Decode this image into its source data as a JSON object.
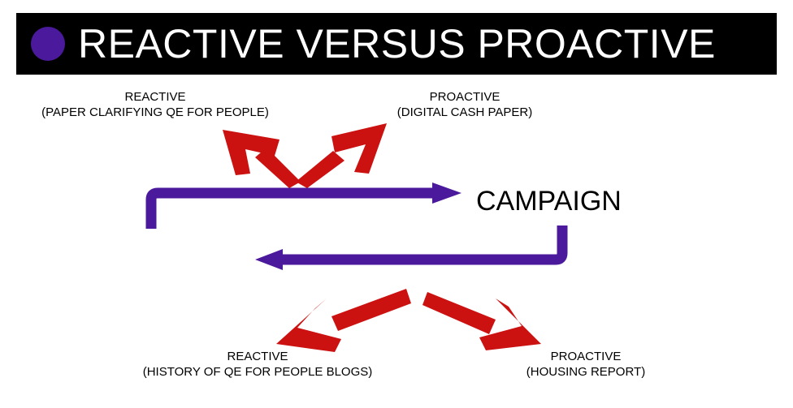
{
  "title": "REACTIVE VERSUS PROACTIVE",
  "colors": {
    "accent": "#4b1a9c",
    "arrow_red": "#cc1111",
    "title_bar": "#000000"
  },
  "center": "CAMPAIGN",
  "nodes": {
    "top_left": {
      "line1": "REACTIVE",
      "line2": "(PAPER CLARIFYING QE FOR PEOPLE)"
    },
    "top_right": {
      "line1": "PROACTIVE",
      "line2": "(DIGITAL CASH PAPER)"
    },
    "bottom_left": {
      "line1": "REACTIVE",
      "line2": "(HISTORY OF QE FOR PEOPLE BLOGS)"
    },
    "bottom_right": {
      "line1": "PROACTIVE",
      "line2": "(HOUSING REPORT)"
    }
  }
}
